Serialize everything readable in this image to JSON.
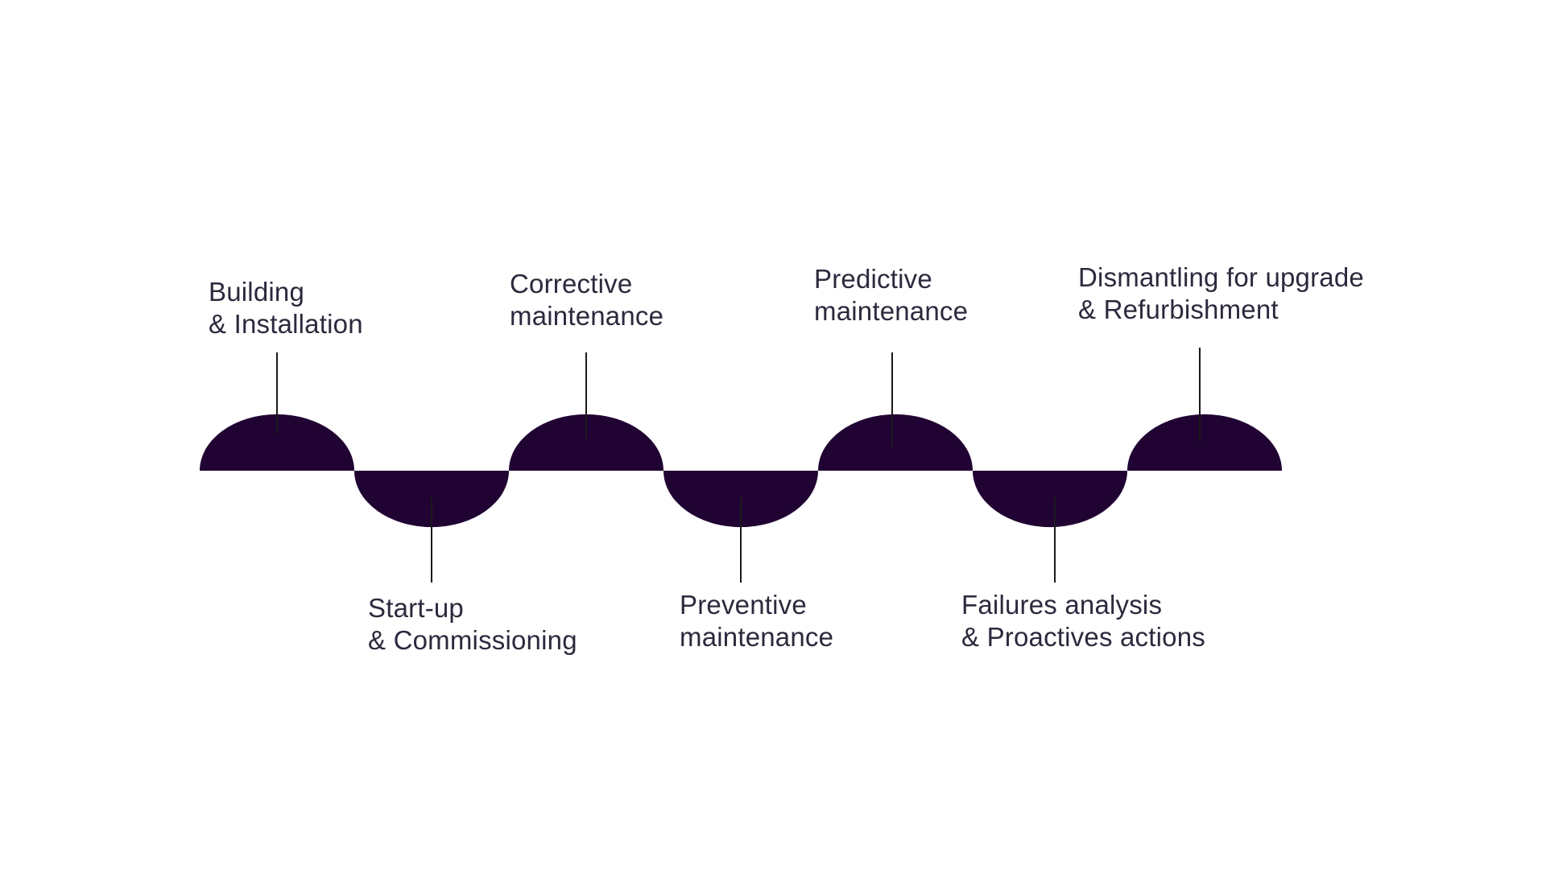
{
  "colors": {
    "wave_fill": "#210333",
    "connector": "#1a1a1a",
    "text": "#2b2a3d",
    "background": "#ffffff"
  },
  "stages": [
    {
      "position": "above",
      "lines": [
        "Building",
        "& Installation"
      ]
    },
    {
      "position": "below",
      "lines": [
        "Start-up",
        "& Commissioning"
      ]
    },
    {
      "position": "above",
      "lines": [
        "Corrective",
        "maintenance"
      ]
    },
    {
      "position": "below",
      "lines": [
        "Preventive",
        "maintenance"
      ]
    },
    {
      "position": "above",
      "lines": [
        "Predictive",
        "maintenance"
      ]
    },
    {
      "position": "below",
      "lines": [
        "Failures analysis",
        "& Proactives actions"
      ]
    },
    {
      "position": "above",
      "lines": [
        "Dismantling for upgrade",
        "& Refurbishment"
      ]
    }
  ]
}
